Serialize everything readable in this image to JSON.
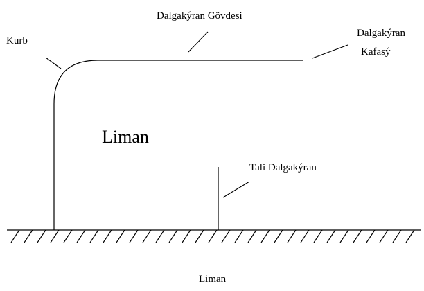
{
  "labels": {
    "breakwater_body": "Dalgakýran Gövdesi",
    "breakwater_head_line1": "Dalgakýran",
    "breakwater_head_line2": "Kafasý",
    "curve": "Kurb",
    "harbor": "Liman",
    "secondary_breakwater": "Tali Dalgakýran",
    "caption": "Liman"
  }
}
